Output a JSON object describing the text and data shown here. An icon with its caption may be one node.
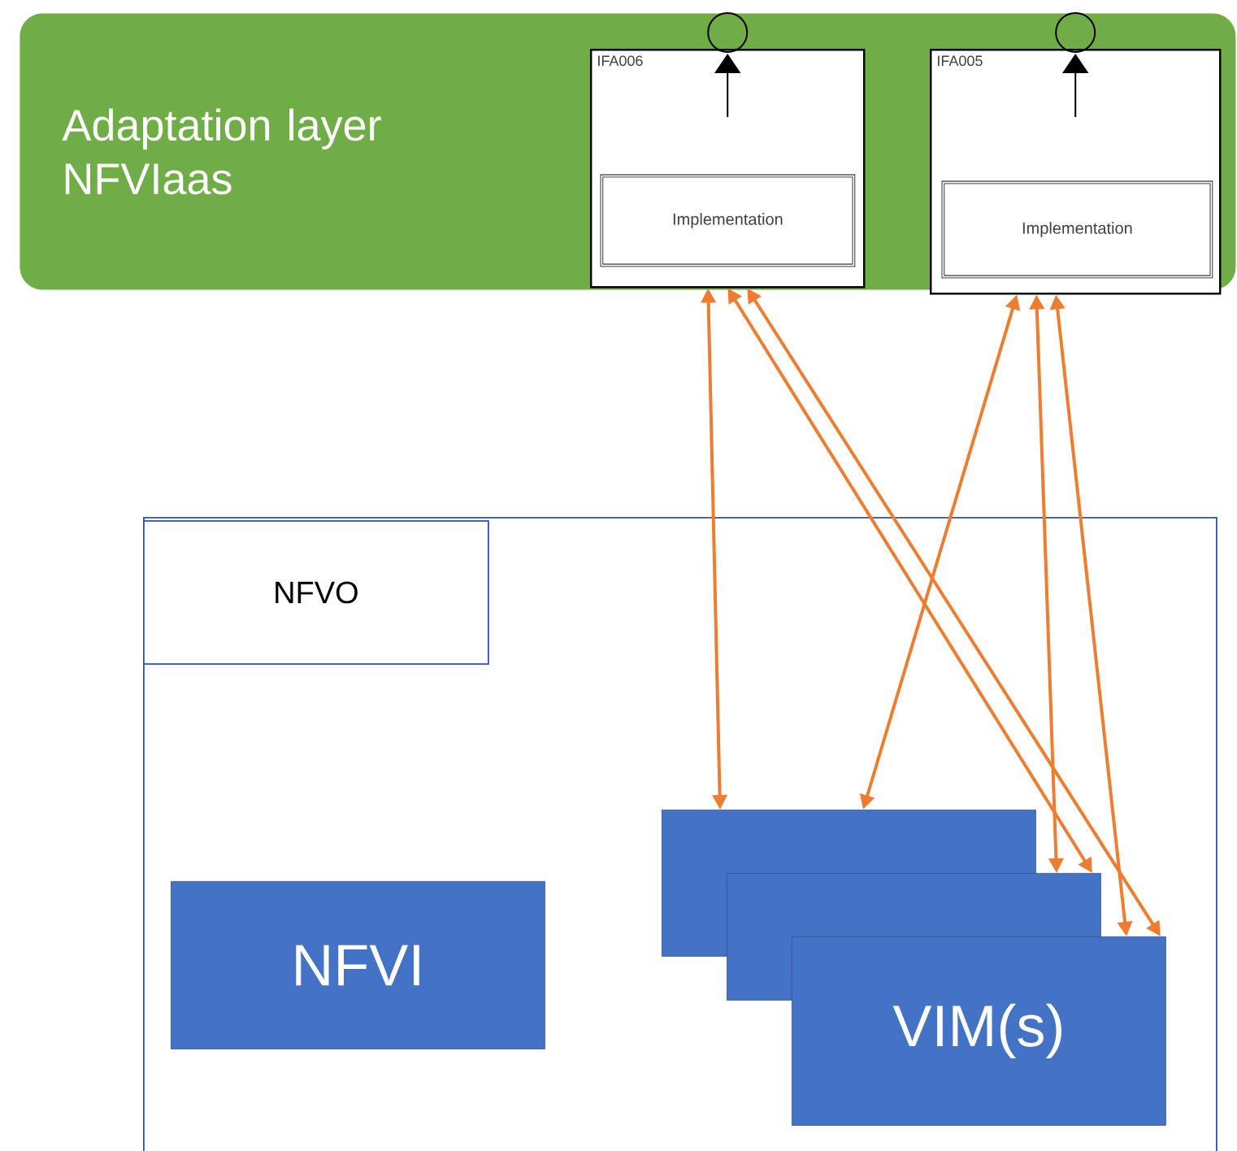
{
  "diagram": {
    "nodes": [
      {
        "text": [
          "Adaptation layer NFVIaas"
        ]
      },
      {
        "text": [
          "IFA006"
        ],
        "in": 0
      },
      {
        "text": [
          "Implementation"
        ],
        "in": 1
      },
      {
        "text": [
          "IFA005"
        ],
        "in": 0
      },
      {
        "text": [
          "Implementation"
        ],
        "in": 3
      },
      {
        "text": [],
        "shape": "box"
      },
      {
        "text": [
          "NFVO"
        ],
        "in": 5
      },
      {
        "text": [
          "NFVI"
        ],
        "in": 5
      },
      {
        "text": [],
        "shape": "box",
        "in": 5
      },
      {
        "text": [],
        "shape": "box",
        "in": 5
      },
      {
        "text": [
          "VIM(s)"
        ],
        "in": 5
      }
    ],
    "edges": [
      {
        "from": 1,
        "to": 8,
        "arrow": "both"
      },
      {
        "from": 1,
        "to": 9,
        "arrow": "both"
      },
      {
        "from": 1,
        "to": 10,
        "arrow": "both"
      },
      {
        "from": 3,
        "to": 8,
        "arrow": "both"
      },
      {
        "from": 3,
        "to": 9,
        "arrow": "both"
      },
      {
        "from": 3,
        "to": 10,
        "arrow": "both"
      }
    ]
  }
}
